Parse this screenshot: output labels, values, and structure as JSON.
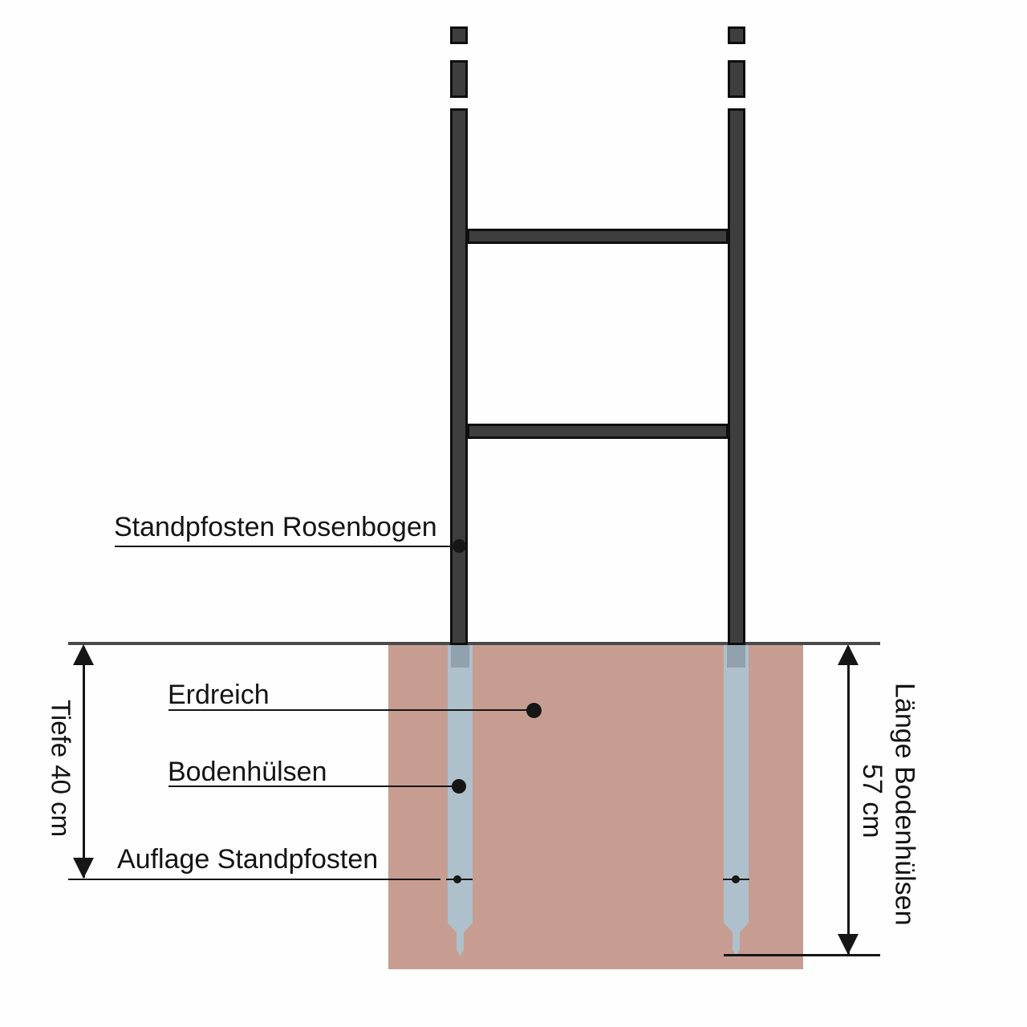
{
  "diagram": {
    "labels": {
      "post": "Standpfosten Rosenbogen",
      "soil": "Erdreich",
      "sleeve": "Bodenhülsen",
      "support": "Auflage Standpfosten",
      "depth": "Tiefe 40 cm",
      "sleeve_length_line1": "Länge Bodenhülsen",
      "sleeve_length_line2": "57 cm"
    },
    "measurements": {
      "depth_cm": 40,
      "sleeve_length_cm": 57
    },
    "colors": {
      "soil": "#c79d92",
      "sleeve": "#aec0cc",
      "sleeve-stub": "#8c9ba8",
      "post-fill": "#3e3e3e",
      "post-border": "#0e0e0e",
      "line": "#161616",
      "ground-line": "#4a4a4a",
      "text": "#141414",
      "background": "#fefefe"
    }
  }
}
